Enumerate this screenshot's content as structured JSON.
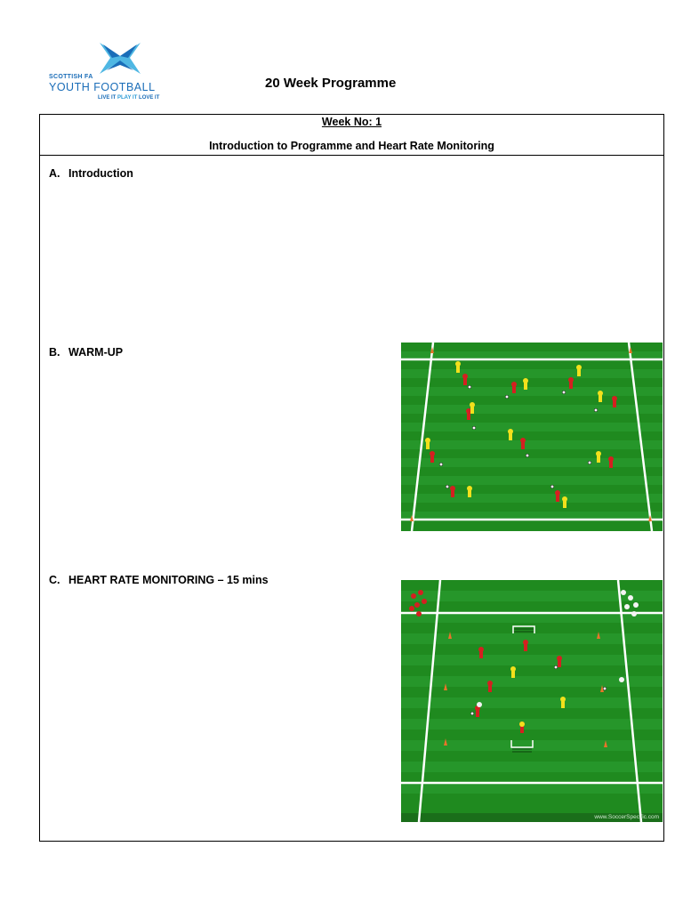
{
  "logo": {
    "line1": "SCOTTISH FA",
    "line2": "YOUTH FOOTBALL",
    "tagline_a": "LIVE IT",
    "tagline_b": "PLAY IT",
    "tagline_c": "LOVE IT"
  },
  "title": "20 Week Programme",
  "header": {
    "week": "Week No:  1",
    "subtitle": "Introduction to Programme and Heart Rate Monitoring"
  },
  "sections": [
    {
      "letter": "A.",
      "label": "Introduction"
    },
    {
      "letter": "B.",
      "label": "WARM-UP"
    },
    {
      "letter": "C.",
      "label": "HEART RATE MONITORING – 15 mins"
    }
  ],
  "diagram2_credit": "www.SoccerSpecific.com",
  "colors": {
    "pitch_green": "#1f8a1f",
    "stripe_green": "#26962a",
    "logo_blue": "#1a6db8",
    "logo_light": "#4fb7e3",
    "team_red": "#d42020",
    "team_yellow": "#f2e01c",
    "team_white": "#f4f4f4",
    "cone": "#e8742a"
  }
}
